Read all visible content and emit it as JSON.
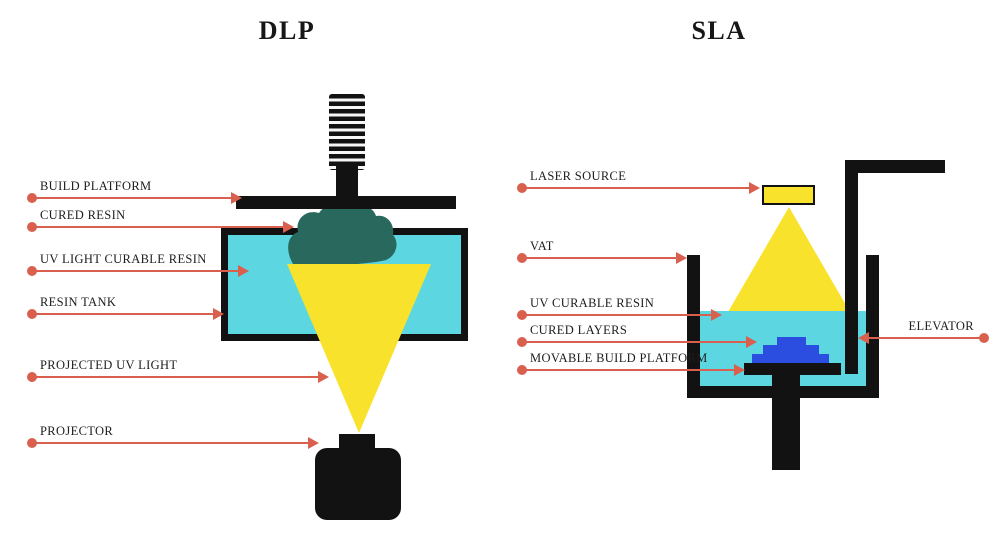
{
  "colors": {
    "accent": "#d9604e",
    "resin": "#5cd7e2",
    "uv": "#f8e22b",
    "model": "#29695d",
    "layers": "#2b4de0",
    "ink": "#121212"
  },
  "dlp": {
    "title": "DLP",
    "labels": [
      {
        "text": "BUILD PLATFORM"
      },
      {
        "text": "CURED RESIN"
      },
      {
        "text": "UV LIGHT CURABLE RESIN"
      },
      {
        "text": "RESIN TANK"
      },
      {
        "text": "PROJECTED UV LIGHT"
      },
      {
        "text": "PROJECTOR"
      }
    ]
  },
  "sla": {
    "title": "SLA",
    "labels": [
      {
        "text": "LASER SOURCE"
      },
      {
        "text": "VAT"
      },
      {
        "text": "UV CURABLE RESIN"
      },
      {
        "text": "CURED LAYERS"
      },
      {
        "text": "MOVABLE BUILD PLATFORM"
      },
      {
        "text": "ELEVATOR"
      }
    ]
  }
}
